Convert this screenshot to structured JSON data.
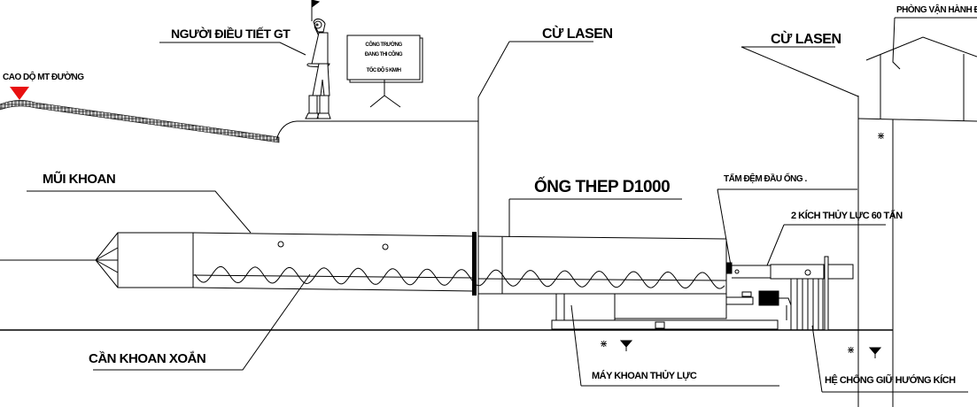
{
  "labels": {
    "road_level": "CAO DỘ MT ĐƯỜNG",
    "flagman": "NGƯỜI ĐIỀU TIẾT GT",
    "sign_line1": "CÔNG TRƯỜNG",
    "sign_line2": "ĐANG THI CÔNG",
    "sign_line3": "TỐC ĐỘ 5 KM/H",
    "sheet_pile_left": "CỪ LASEN",
    "sheet_pile_right": "CỪ LASEN",
    "control_room": "PHÒNG VẬN HÀNH Đ",
    "drill_bit": "MŨI KHOAN",
    "steel_pipe": "ỐNG THEP D1000",
    "pipe_head_plate": "TẤM ĐỆM ĐẦU ỐNG .",
    "hydraulic_jacks": "2 KÍCH THỦY LỰC 60 TẤN",
    "auger": "CẦN KHOAN XOẮN",
    "drill_machine": "MÁY KHOAN THỦY LỰC",
    "jack_support": "HỆ CHỐNG GIỮ HƯỚNG KÍCH"
  },
  "colors": {
    "marker": "#e81010",
    "line": "#000000"
  },
  "icons": [
    "soil-hatch-icon",
    "water-level-icon"
  ]
}
